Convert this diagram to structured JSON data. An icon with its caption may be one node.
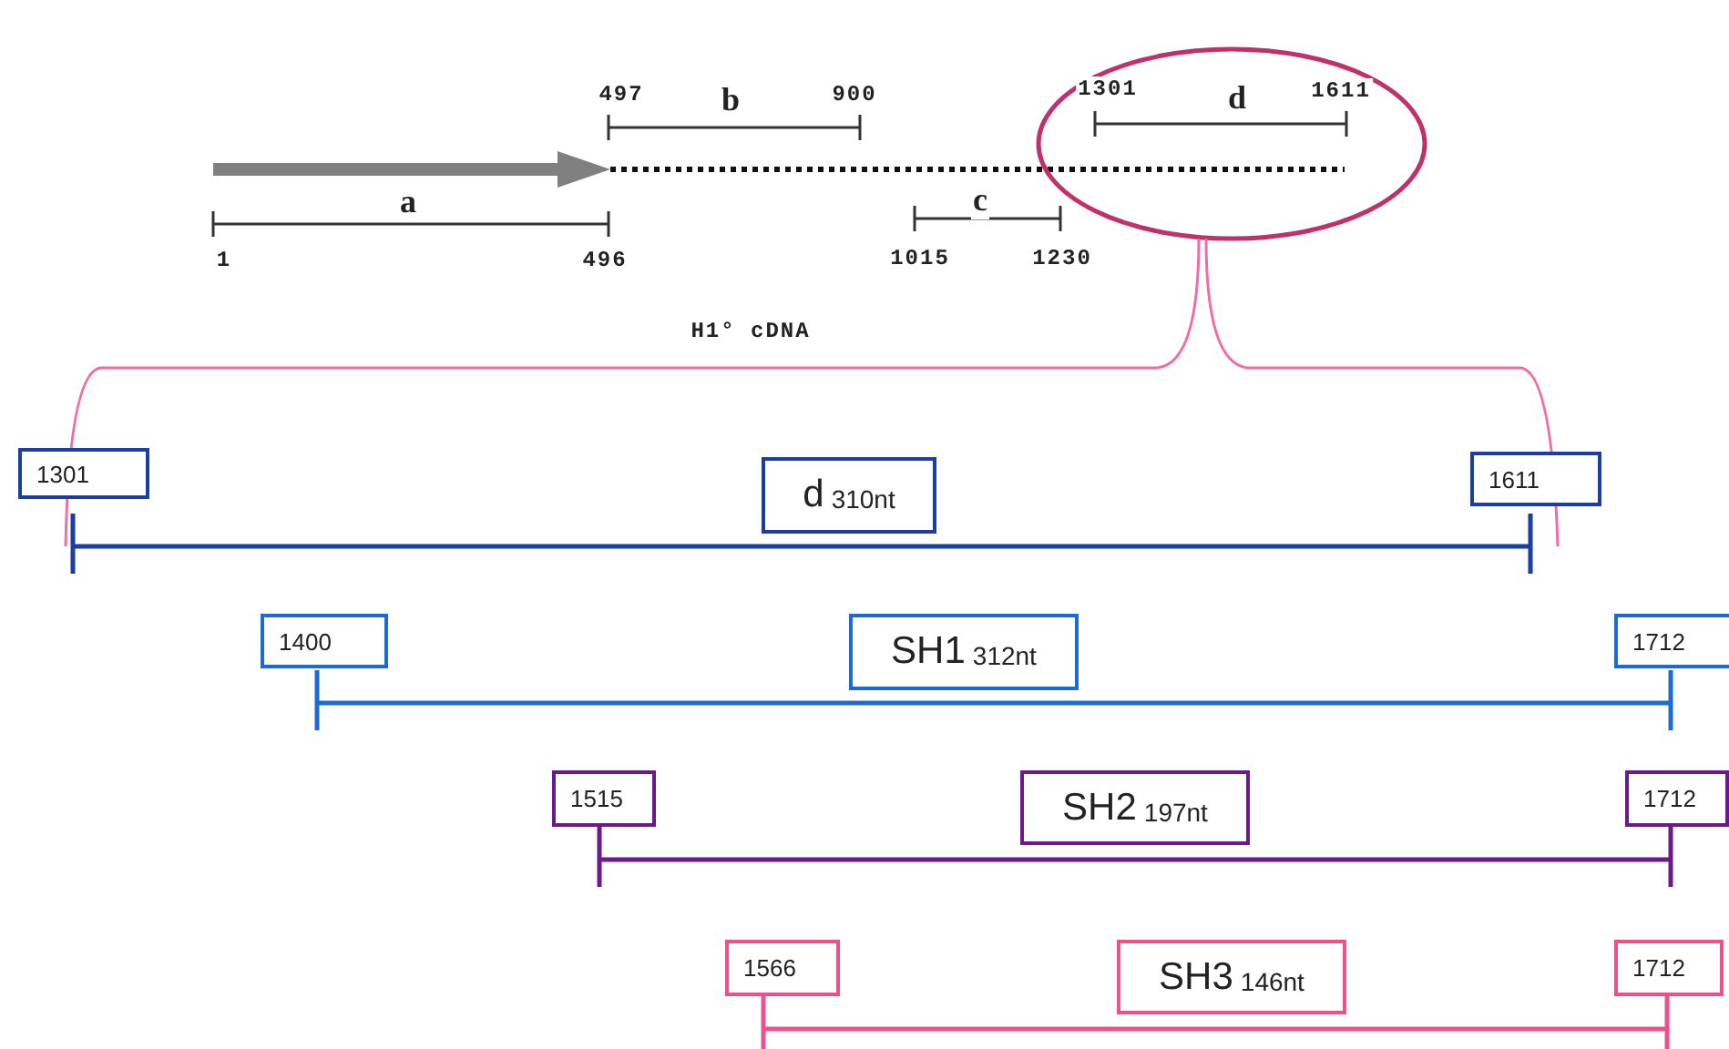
{
  "diagram": {
    "nodes": [
      {
        "text": [
          "1301"
        ]
      },
      {
        "text": [
          "d",
          "310nt"
        ]
      },
      {
        "text": [
          "1611"
        ]
      },
      {
        "text": [
          "1400"
        ]
      },
      {
        "text": [
          "SH1",
          "312nt"
        ]
      },
      {
        "text": [
          "1712"
        ]
      },
      {
        "text": [
          "1515"
        ]
      },
      {
        "text": [
          "SH2",
          "197nt"
        ]
      },
      {
        "text": [
          "1712"
        ]
      },
      {
        "text": [
          "1566"
        ]
      },
      {
        "text": [
          "SH3",
          "146nt"
        ]
      },
      {
        "text": [
          "1712"
        ]
      }
    ],
    "labels": [
      "497",
      "b",
      "900",
      "1301",
      "d",
      "1611",
      "a",
      "c",
      "1",
      "496",
      "1015",
      "1230",
      "H1° cDNA"
    ]
  }
}
